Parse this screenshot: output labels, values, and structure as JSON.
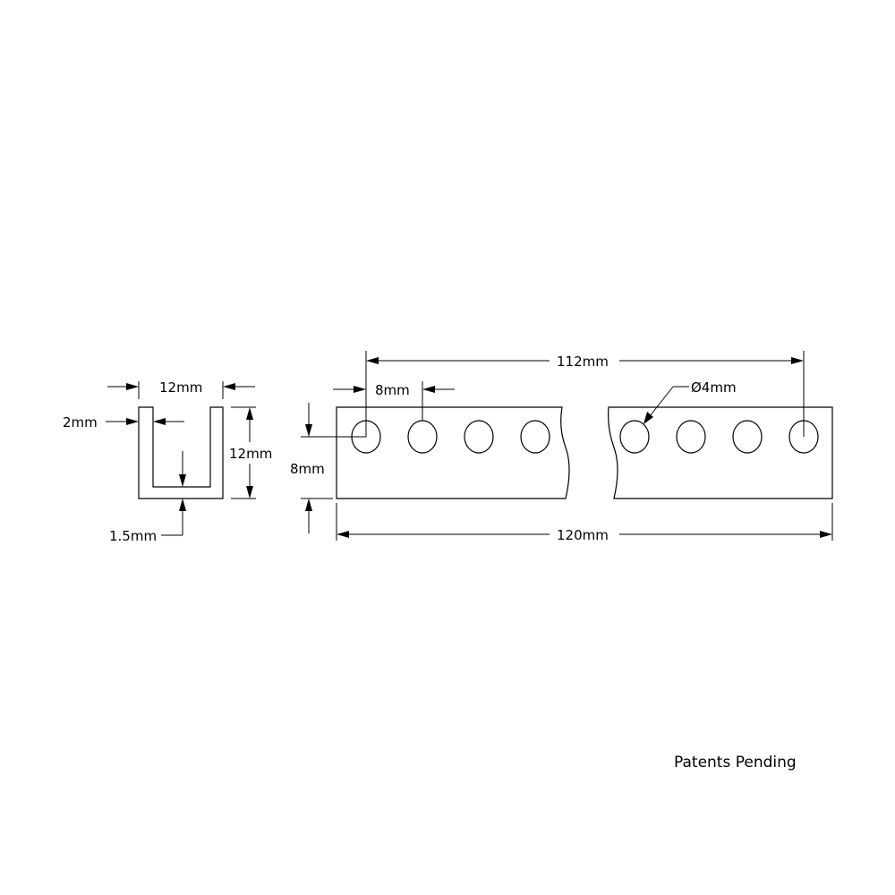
{
  "profile": {
    "width_label": "12mm",
    "height_label": "12mm",
    "wall_label": "2mm",
    "base_label": "1.5mm"
  },
  "strip": {
    "hole_span_label": "112mm",
    "pitch_label": "8mm",
    "hole_diameter_label": "Ø4mm",
    "height_label": "8mm",
    "length_label": "120mm"
  },
  "footer": {
    "note": "Patents Pending"
  }
}
